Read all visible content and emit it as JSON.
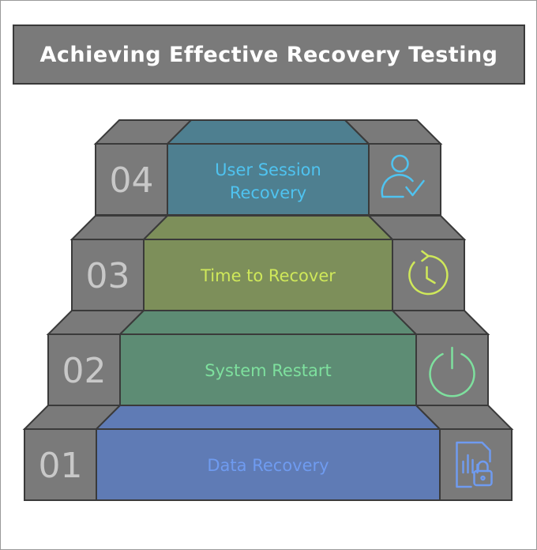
{
  "title": "Achieving Effective Recovery Testing",
  "steps": [
    {
      "number": "01",
      "line1": "Data Recovery",
      "line2": "",
      "icon": "file-chart-lock-icon",
      "color": "#5f7bb5",
      "text_color": "#6f9bf0",
      "icon_color": "#6f9bf0"
    },
    {
      "number": "02",
      "line1": "System Restart",
      "line2": "",
      "icon": "power-icon",
      "color": "#5d8c74",
      "text_color": "#7ee09e",
      "icon_color": "#7ee09e"
    },
    {
      "number": "03",
      "line1": "Time to Recover",
      "line2": "",
      "icon": "clock-restore-icon",
      "color": "#7d8f5a",
      "text_color": "#cfe85a",
      "icon_color": "#cfe85a"
    },
    {
      "number": "04",
      "line1": "User Session",
      "line2": "Recovery",
      "icon": "user-check-icon",
      "color": "#4e7f90",
      "text_color": "#4fc3f0",
      "icon_color": "#4fc3f0"
    }
  ],
  "colors": {
    "stone": "#7a7a7a",
    "outline": "#3a3a3a",
    "number": "#c8c8c8"
  }
}
